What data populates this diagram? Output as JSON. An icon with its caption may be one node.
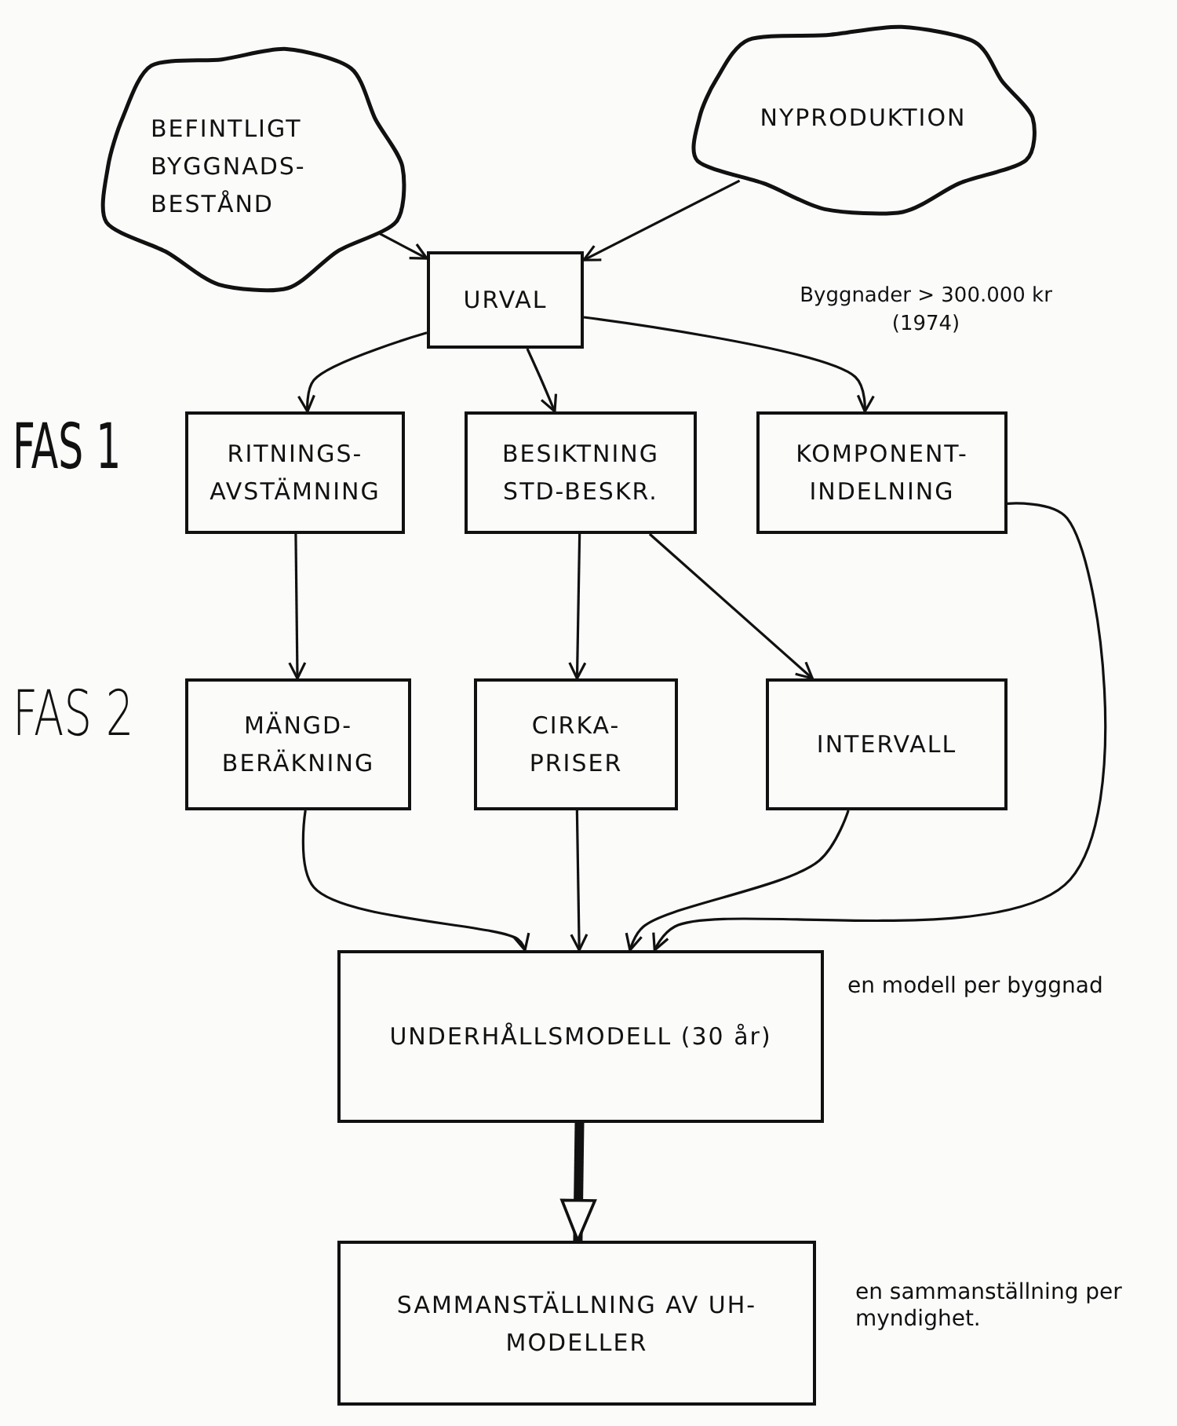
{
  "diagram": {
    "nodes": [
      {
        "text": [
          "BEFINTLIGT BYGGNADS- BESTÅND"
        ]
      },
      {
        "text": [
          "NYPRODUKTION"
        ]
      },
      {
        "text": [
          "URVAL"
        ]
      },
      {
        "text": [
          "RITNINGS- AVSTÄMNING"
        ]
      },
      {
        "text": [
          "BESIKTNING STD-BESKR."
        ]
      },
      {
        "text": [
          "KOMPONENT- INDELNING"
        ]
      },
      {
        "text": [
          "MÄNGD- BERÄKNING"
        ]
      },
      {
        "text": [
          "CIRKA- PRISER"
        ]
      },
      {
        "text": [
          "INTERVALL"
        ]
      },
      {
        "text": [
          "UNDERHÅLLSMODELL (30 år)"
        ],
        "beside": [
          "en modell per byggnad"
        ]
      },
      {
        "text": [
          "SAMMANSTÄLLNING AV UH-MODELLER"
        ],
        "beside": [
          "en sammanställning per myndighet."
        ]
      }
    ],
    "edges": [
      {
        "from": 0,
        "to": 2,
        "arrow": "to"
      },
      {
        "from": 1,
        "to": 2,
        "arrow": "to"
      },
      {
        "from": 2,
        "to": 3,
        "arrow": "to"
      },
      {
        "from": 2,
        "to": 4,
        "arrow": "to"
      },
      {
        "from": 2,
        "to": 5,
        "arrow": "to"
      },
      {
        "from": 3,
        "to": 6,
        "arrow": "to"
      },
      {
        "from": 4,
        "to": 7,
        "arrow": "to"
      },
      {
        "from": 4,
        "to": 8,
        "arrow": "to"
      },
      {
        "from": 6,
        "to": 9,
        "arrow": "to"
      },
      {
        "from": 7,
        "to": 9,
        "arrow": "to"
      },
      {
        "from": 8,
        "to": 9,
        "arrow": "to"
      },
      {
        "from": 5,
        "to": 9,
        "arrow": "to"
      },
      {
        "from": 9,
        "to": 10,
        "arrow": "to",
        "style": "thick"
      }
    ],
    "labels": [
      "Byggnader > 300.000 kr (1974)",
      "FAS 1",
      "FAS 2"
    ]
  }
}
